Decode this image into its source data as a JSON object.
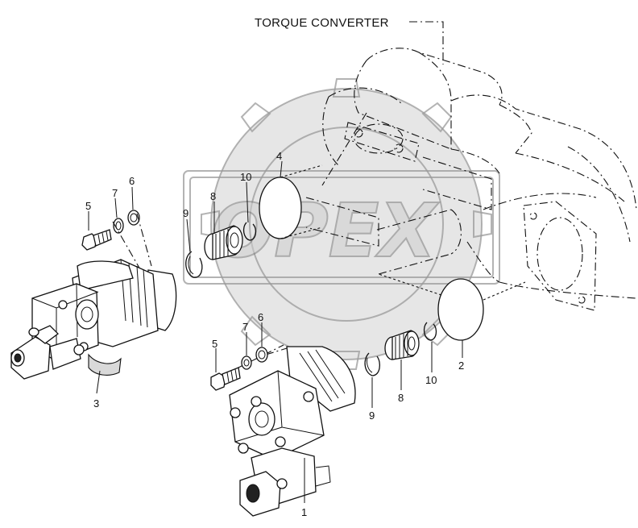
{
  "diagram": {
    "title": "TORQUE CONVERTER",
    "watermark": "OPEX",
    "callouts": [
      {
        "id": "1",
        "label": "1"
      },
      {
        "id": "2",
        "label": "2"
      },
      {
        "id": "3",
        "label": "3"
      },
      {
        "id": "4",
        "label": "4"
      },
      {
        "id": "5a",
        "label": "5"
      },
      {
        "id": "5b",
        "label": "5"
      },
      {
        "id": "6a",
        "label": "6"
      },
      {
        "id": "6b",
        "label": "6"
      },
      {
        "id": "7a",
        "label": "7"
      },
      {
        "id": "7b",
        "label": "7"
      },
      {
        "id": "8a",
        "label": "8"
      },
      {
        "id": "8b",
        "label": "8"
      },
      {
        "id": "9a",
        "label": "9"
      },
      {
        "id": "9b",
        "label": "9"
      },
      {
        "id": "10a",
        "label": "10"
      },
      {
        "id": "10b",
        "label": "10"
      }
    ]
  }
}
